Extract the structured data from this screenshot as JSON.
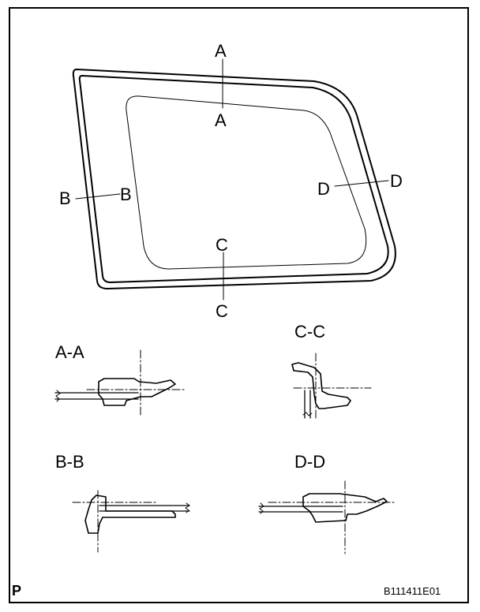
{
  "main_view": {
    "label_a_top": "A",
    "label_a_bottom": "A",
    "label_b_left": "B",
    "label_b_right": "B",
    "label_c_top": "C",
    "label_c_bottom": "C",
    "label_d_left": "D",
    "label_d_right": "D"
  },
  "sections": {
    "aa_title": "A-A",
    "bb_title": "B-B",
    "cc_title": "C-C",
    "dd_title": "D-D"
  },
  "footer": {
    "page_mark": "P",
    "figure_code": "B111411E01"
  }
}
